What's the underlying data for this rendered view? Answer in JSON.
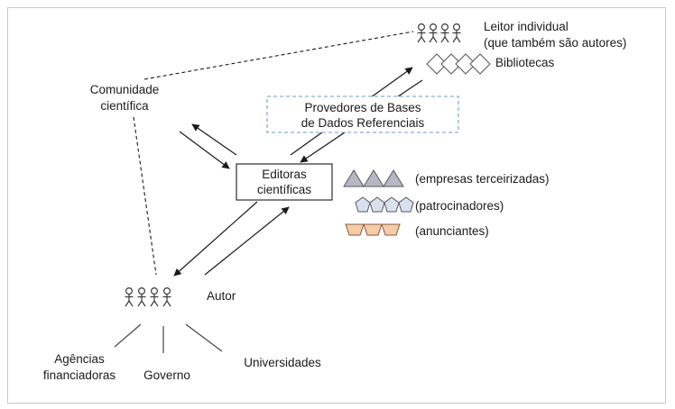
{
  "nodes": {
    "leitor": [
      "Leitor individual",
      "(que também são autores)"
    ],
    "bibliotecas": "Bibliotecas",
    "comunidade": [
      "Comunidade",
      "científica"
    ],
    "provedores": [
      "Provedores de Bases",
      "de Dados Referenciais"
    ],
    "editoras": [
      "Editoras",
      "científicas"
    ],
    "empresas": "(empresas terceirizadas)",
    "patrocinadores": "(patrocinadores)",
    "anunciantes": "(anunciantes)",
    "autor": "Autor",
    "agencias": [
      "Agências",
      "financiadoras"
    ],
    "governo": "Governo",
    "universidades": "Universidades"
  },
  "colors": {
    "triangle_fill": "#b7b7c4",
    "pentagon_fill": "#d9e2ec",
    "trapezoid_fill": "#f6cba8",
    "provedores_border": "#6f9bc9"
  },
  "icons": {
    "people": "person-group-icon",
    "libraries": "diamond-outline-icon",
    "companies": "triangle-icon",
    "sponsors": "pentagon-icon",
    "advertisers": "trapezoid-icon"
  }
}
